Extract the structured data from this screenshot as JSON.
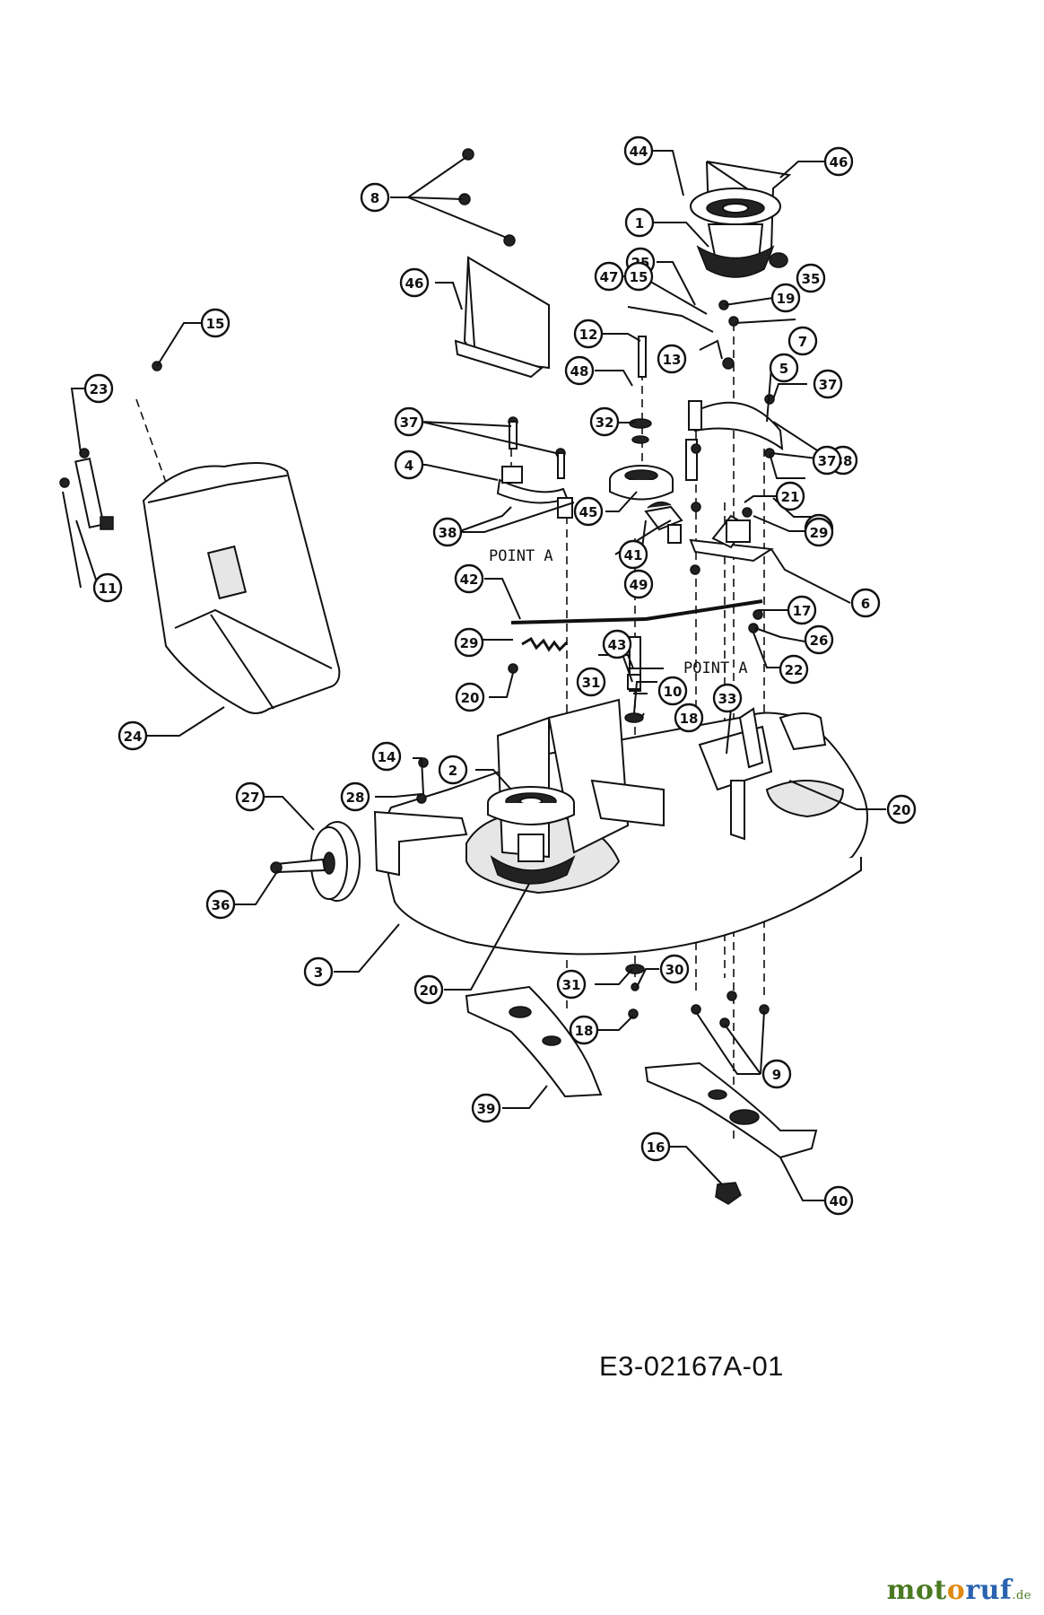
{
  "diagram": {
    "drawing_code": "E3-02167A-01",
    "point_label": "POINT A",
    "callouts": [
      "44",
      "46",
      "8",
      "1",
      "25",
      "15",
      "19",
      "47",
      "35",
      "12",
      "13",
      "7",
      "46",
      "48",
      "5",
      "37",
      "15",
      "23",
      "37",
      "32",
      "38",
      "4",
      "37",
      "45",
      "21",
      "34",
      "29",
      "38",
      "41",
      "49",
      "6",
      "11",
      "42",
      "17",
      "26",
      "29",
      "43",
      "22",
      "31",
      "10",
      "20",
      "18",
      "33",
      "24",
      "14",
      "2",
      "27",
      "28",
      "20",
      "36",
      "3",
      "31",
      "30",
      "20",
      "18",
      "9",
      "39",
      "16",
      "40"
    ],
    "watermark": {
      "part1": "mot",
      "part2": "o",
      "part3": "ruf",
      "suffix": ".de"
    }
  }
}
